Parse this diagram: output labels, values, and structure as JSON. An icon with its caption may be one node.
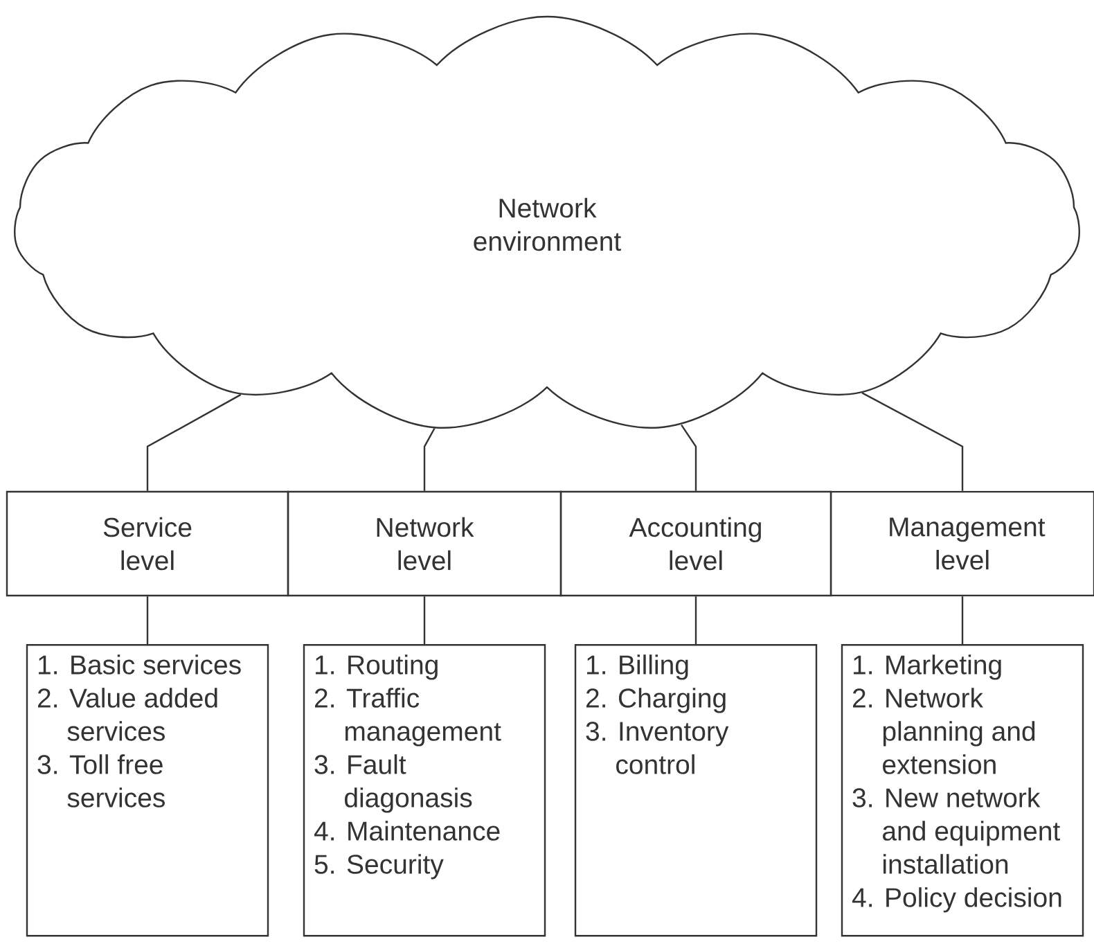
{
  "diagram": {
    "nodes": [
      {
        "text": [
          "Network environment"
        ]
      },
      {
        "text": [
          "Service level"
        ]
      },
      {
        "text": [
          "Network level"
        ]
      },
      {
        "text": [
          "Accounting level"
        ]
      },
      {
        "text": [
          "Management level"
        ]
      },
      {
        "text": [
          "1. Basic services",
          "2. Value added services",
          "3. Toll free services"
        ]
      },
      {
        "text": [
          "1. Routing",
          "2. Traffic management",
          "3. Fault diagonasis",
          "4. Maintenance",
          "5. Security"
        ]
      },
      {
        "text": [
          "1. Billing",
          "2. Charging",
          "3. Inventory control"
        ]
      },
      {
        "text": [
          "1. Marketing",
          "2. Network planning and extension",
          "3. New network and equipment installation",
          "4. Policy decision"
        ]
      }
    ],
    "edges": [
      {
        "from": 0,
        "to": 1,
        "arrow": "none"
      },
      {
        "from": 0,
        "to": 2,
        "arrow": "none"
      },
      {
        "from": 0,
        "to": 3,
        "arrow": "none"
      },
      {
        "from": 0,
        "to": 4,
        "arrow": "none"
      },
      {
        "from": 1,
        "to": 5,
        "arrow": "none"
      },
      {
        "from": 2,
        "to": 6,
        "arrow": "none"
      },
      {
        "from": 3,
        "to": 7,
        "arrow": "none"
      },
      {
        "from": 4,
        "to": 8,
        "arrow": "none"
      }
    ]
  }
}
